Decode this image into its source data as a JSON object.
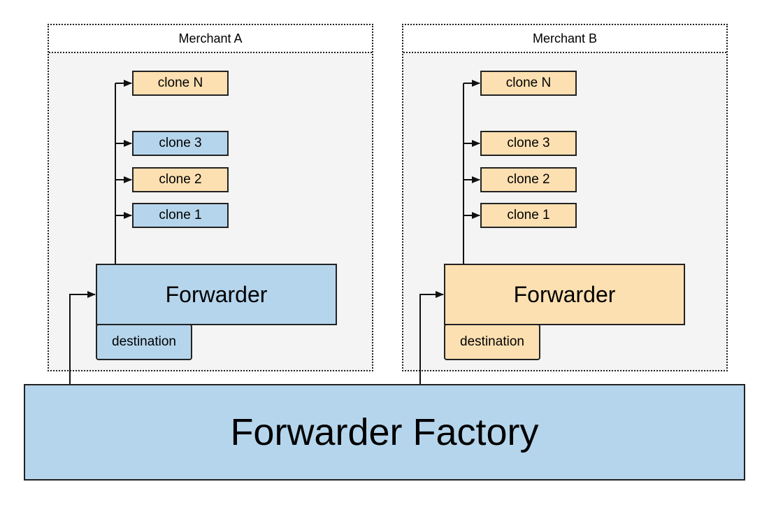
{
  "colors": {
    "blue": "#b5d5ec",
    "orange": "#fde0b2",
    "panel_bg": "#f4f4f4",
    "line": "#111111"
  },
  "merchant_a": {
    "title": "Merchant A",
    "clones": [
      {
        "label": "clone N",
        "color": "orange"
      },
      {
        "label": "clone 3",
        "color": "blue"
      },
      {
        "label": "clone 2",
        "color": "orange"
      },
      {
        "label": "clone 1",
        "color": "blue"
      }
    ],
    "forwarder": {
      "label": "Forwarder",
      "color": "blue"
    },
    "destination": {
      "label": "destination",
      "color": "blue"
    }
  },
  "merchant_b": {
    "title": "Merchant B",
    "clones": [
      {
        "label": "clone N",
        "color": "orange"
      },
      {
        "label": "clone 3",
        "color": "orange"
      },
      {
        "label": "clone 2",
        "color": "orange"
      },
      {
        "label": "clone 1",
        "color": "orange"
      }
    ],
    "forwarder": {
      "label": "Forwarder",
      "color": "orange"
    },
    "destination": {
      "label": "destination",
      "color": "orange"
    }
  },
  "factory": {
    "label": "Forwarder Factory",
    "color": "blue"
  }
}
